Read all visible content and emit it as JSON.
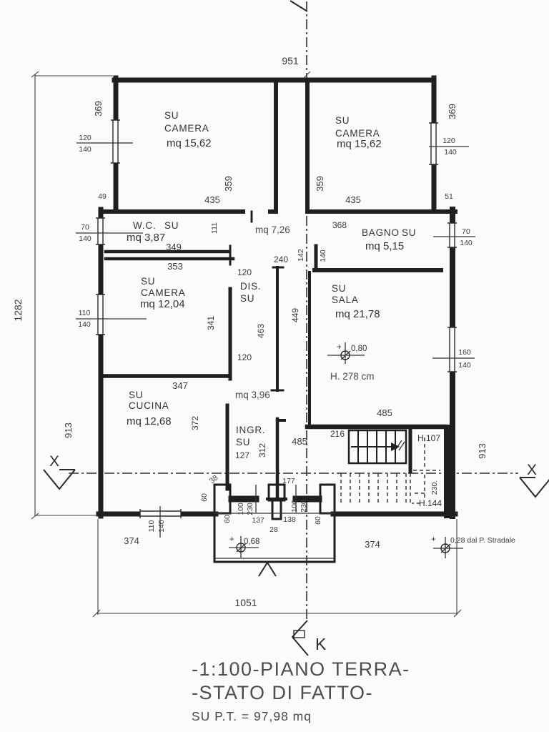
{
  "doc": {
    "scale_title": "-1:100-PIANO TERRA-",
    "state_title": "-STATO  DI  FATTO-",
    "area_summary": "SU  P.T.   = 97,98 mq"
  },
  "markers": {
    "x_left": "X",
    "x_right": "X",
    "k": "K"
  },
  "rooms": {
    "camera_nw": {
      "n1": "SU",
      "n2": "CAMERA",
      "area": "mq 15,62"
    },
    "camera_ne": {
      "n1": "SU",
      "n2": "CAMERA",
      "area": "mq 15,62"
    },
    "wc": {
      "n1": "W.C.",
      "n2": "SU",
      "area": "mq 3,87"
    },
    "bagno": {
      "n1": "BAGNO",
      "n2": "SU",
      "area": "mq 5,15"
    },
    "camera_w": {
      "n1": "SU",
      "n2": "CAMERA",
      "area": "mq 12,04"
    },
    "dis": {
      "n1": "DIS.",
      "n2": "SU",
      "area": "mq 3,96"
    },
    "corridoio": {
      "area": "mq 7,26"
    },
    "sala": {
      "n1": "SU",
      "n2": "SALA",
      "area": "mq 21,78",
      "height": "H. 278 cm",
      "level": "0,80"
    },
    "cucina": {
      "n1": "SU",
      "n2": "CUCINA",
      "area": "mq 12,68"
    },
    "ingresso": {
      "n1": "INGR.",
      "n2": "SU",
      "width": "127"
    }
  },
  "stairs": {
    "label_up": "H.107",
    "label_down": "H.144",
    "width": "216",
    "depth": "230."
  },
  "levels": {
    "plus": "+",
    "porch": "0,68",
    "street": "0,28 dal P. Stradale"
  },
  "dims": {
    "top_width": "951",
    "overall_height": "1282",
    "ext_left_369": "369",
    "ext_right_369": "369",
    "win_nw_120": "120",
    "win_nw_140": "140",
    "win_ne_120": "120",
    "win_ne_140": "140",
    "step_49": "49",
    "step_51": "51",
    "nw_435": "435",
    "ne_435": "435",
    "nw_359": "359",
    "ne_359": "359",
    "wc_111": "111",
    "bagno_368": "368",
    "win_wc_70": "70",
    "win_wc_140": "140",
    "win_bagno_70": "70",
    "win_bagno_140": "140",
    "wc_349": "349",
    "camw_353": "353",
    "win_camw_110": "110",
    "win_camw_140": "140",
    "camw_341": "341",
    "camw_347": "347",
    "dis_120_top": "120",
    "dis_120_bot": "120",
    "dis_463": "463",
    "wall_240": "240",
    "stub_142": "142",
    "stub_140": "140",
    "hall_449": "449",
    "win_sala_160": "160",
    "win_sala_140": "140",
    "sala_485": "485",
    "hall_485": "485",
    "cucina_372": "372",
    "ingr_312": "312",
    "open_177": "177",
    "step_38": "38",
    "porch_60_a": "60",
    "porch_60_b": "60",
    "porch_60_c": "60",
    "porch_100_l": "100",
    "porch_230_l": "230",
    "porch_100_r": "100",
    "porch_230_r": "230",
    "porch_137": "137",
    "porch_28": "28",
    "porch_138": "138",
    "win_cuc_110": "110",
    "win_cuc_140": "140",
    "front_374_l": "374",
    "front_374_r": "374",
    "side_913_l": "913",
    "side_913_r": "913",
    "bottom_1051": "1051"
  }
}
